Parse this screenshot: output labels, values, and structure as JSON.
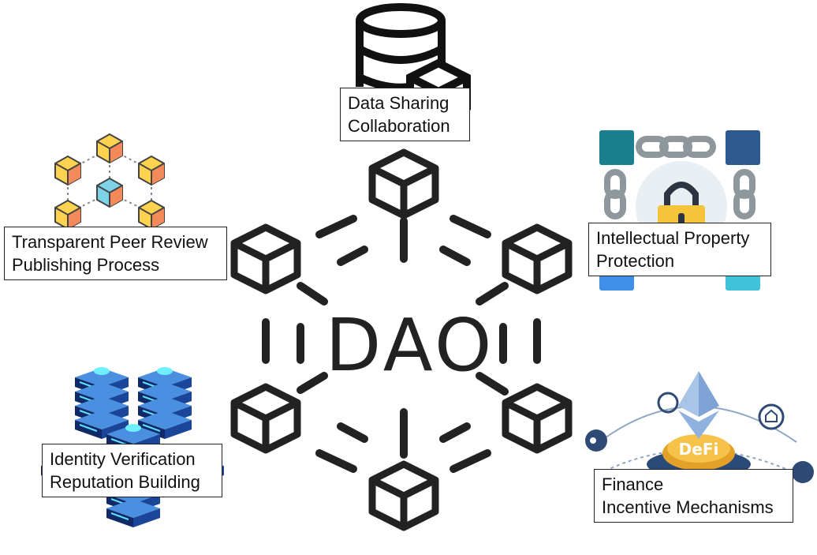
{
  "center": {
    "title": "DAO"
  },
  "nodes": [
    {
      "id": "data",
      "lines": [
        "Data Sharing",
        "Collaboration"
      ],
      "icon": "database-cube-icon"
    },
    {
      "id": "ip",
      "lines": [
        "Intellectual Property",
        "Protection"
      ],
      "icon": "chain-lock-icon"
    },
    {
      "id": "finance",
      "lines": [
        "Finance",
        "Incentive Mechanisms"
      ],
      "icon": "defi-coin-icon"
    },
    {
      "id": "identity",
      "lines": [
        "Identity Verification",
        "Reputation Building"
      ],
      "icon": "server-stack-icon"
    },
    {
      "id": "review",
      "lines": [
        "Transparent Peer Review",
        "Publishing Process"
      ],
      "icon": "block-network-icon"
    }
  ],
  "coin_text": "DeFi",
  "colors": {
    "stroke": "#222222",
    "teal": "#1a7f8e",
    "navy": "#2e5b8f",
    "gold": "#f4b63f",
    "orange": "#f48a5a",
    "yellow": "#ffd34f",
    "blue": "#3f8fe8",
    "cyan": "#3ec3d8"
  }
}
